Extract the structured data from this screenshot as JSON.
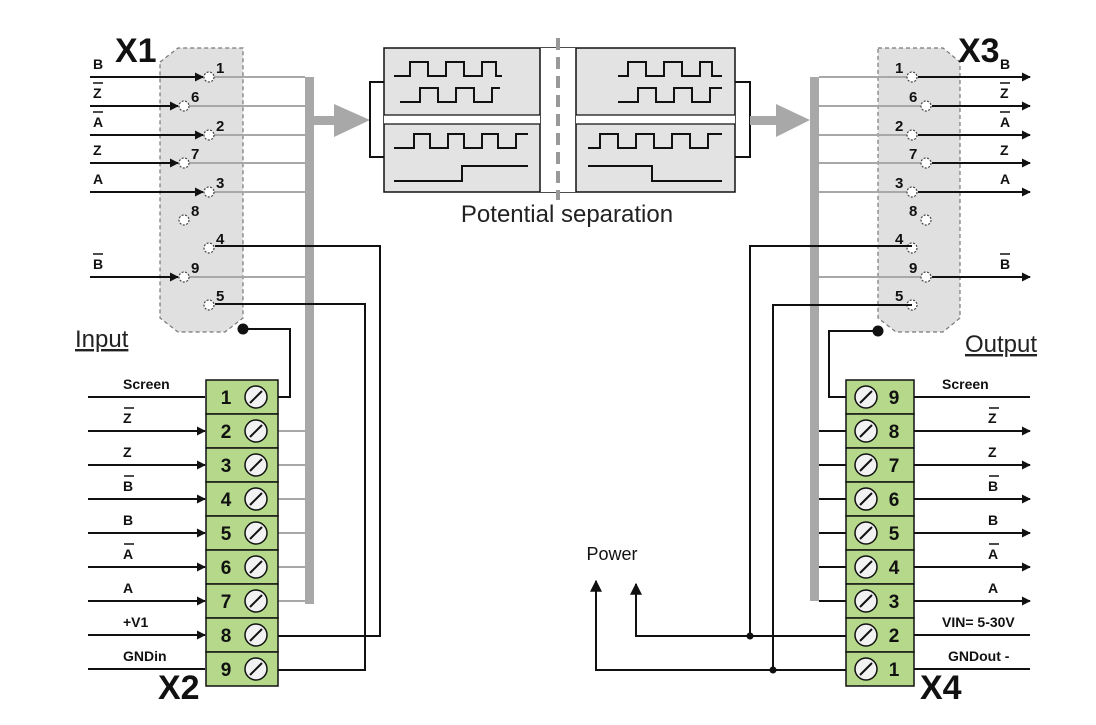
{
  "labels": {
    "x1": "X1",
    "x2": "X2",
    "x3": "X3",
    "x4": "X4",
    "input": "Input",
    "output": "Output",
    "potential_separation": "Potential separation",
    "power": "Power"
  },
  "x1_pins": [
    "1",
    "6",
    "2",
    "7",
    "3",
    "8",
    "4",
    "9",
    "5"
  ],
  "x1_signals": [
    {
      "text": "B",
      "overline": false
    },
    {
      "text": "Z",
      "overline": true
    },
    {
      "text": "A",
      "overline": true
    },
    {
      "text": "Z",
      "overline": false
    },
    {
      "text": "A",
      "overline": false
    },
    {
      "text": "",
      "overline": false
    },
    {
      "text": "",
      "overline": false
    },
    {
      "text": "B",
      "overline": true
    },
    {
      "text": "",
      "overline": false
    }
  ],
  "x3_pins": [
    "1",
    "6",
    "2",
    "7",
    "3",
    "8",
    "4",
    "9",
    "5"
  ],
  "x3_signals": [
    {
      "text": "B",
      "overline": false
    },
    {
      "text": "Z",
      "overline": true
    },
    {
      "text": "A",
      "overline": true
    },
    {
      "text": "Z",
      "overline": false
    },
    {
      "text": "A",
      "overline": false
    },
    {
      "text": "",
      "overline": false
    },
    {
      "text": "",
      "overline": false
    },
    {
      "text": "B",
      "overline": true
    },
    {
      "text": "",
      "overline": false
    }
  ],
  "x2_terminals": [
    "1",
    "2",
    "3",
    "4",
    "5",
    "6",
    "7",
    "8",
    "9"
  ],
  "x2_signals": [
    {
      "text": "Screen",
      "overline": false
    },
    {
      "text": "Z",
      "overline": true
    },
    {
      "text": "Z",
      "overline": false
    },
    {
      "text": "B",
      "overline": true
    },
    {
      "text": "B",
      "overline": false
    },
    {
      "text": "A",
      "overline": true
    },
    {
      "text": "A",
      "overline": false
    },
    {
      "text": "+V1",
      "overline": false
    },
    {
      "text": "GNDin",
      "overline": false
    }
  ],
  "x4_terminals": [
    "9",
    "8",
    "7",
    "6",
    "5",
    "4",
    "3",
    "2",
    "1"
  ],
  "x4_signals": [
    {
      "text": "Screen",
      "overline": false
    },
    {
      "text": "Z",
      "overline": true
    },
    {
      "text": "Z",
      "overline": false
    },
    {
      "text": "B",
      "overline": true
    },
    {
      "text": "B",
      "overline": false
    },
    {
      "text": "A",
      "overline": true
    },
    {
      "text": "A",
      "overline": false
    },
    {
      "text": "VIN= 5-30V",
      "overline": false
    },
    {
      "text": "GNDout  -",
      "overline": false
    }
  ],
  "colors": {
    "terminal_green": "#b5d88a",
    "connector_gray": "#e0e0e0",
    "bus_gray": "#a8a8a8",
    "line": "#111111"
  }
}
